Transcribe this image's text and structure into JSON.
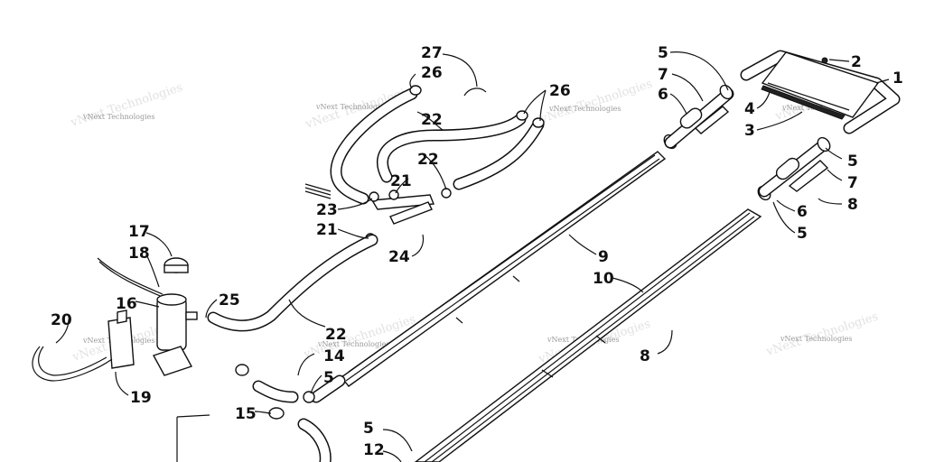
{
  "diagram": {
    "watermark_text": "vNext Technologies",
    "callouts": [
      "1",
      "2",
      "3",
      "4",
      "5",
      "5",
      "5",
      "5",
      "5",
      "6",
      "6",
      "7",
      "7",
      "8",
      "8",
      "9",
      "10",
      "12",
      "14",
      "15",
      "16",
      "17",
      "18",
      "19",
      "20",
      "21",
      "21",
      "22",
      "22",
      "22",
      "23",
      "24",
      "25",
      "26",
      "26",
      "27"
    ]
  }
}
